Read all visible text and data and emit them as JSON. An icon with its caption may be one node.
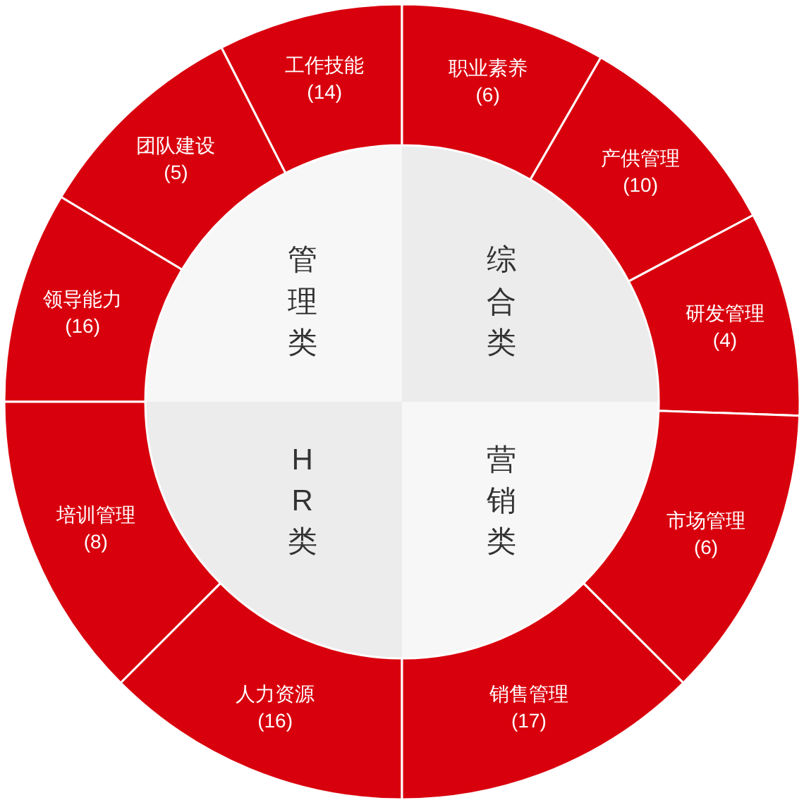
{
  "diagram": {
    "nodes": [
      {
        "text": [
          "管理类"
        ]
      },
      {
        "text": [
          "综合类"
        ]
      },
      {
        "text": [
          "HR类"
        ]
      },
      {
        "text": [
          "营销类"
        ]
      },
      {
        "text": [
          "工作技能",
          "(14)"
        ]
      },
      {
        "text": [
          "职业素养",
          "(6)"
        ]
      },
      {
        "text": [
          "团队建设",
          "(5)"
        ]
      },
      {
        "text": [
          "产供管理",
          "(10)"
        ]
      },
      {
        "text": [
          "领导能力",
          "(16)"
        ]
      },
      {
        "text": [
          "研发管理",
          "(4)"
        ]
      },
      {
        "text": [
          "培训管理",
          "(8)"
        ]
      },
      {
        "text": [
          "市场管理",
          "(6)"
        ]
      },
      {
        "text": [
          "人力资源",
          "(16)"
        ]
      },
      {
        "text": [
          "销售管理",
          "(17)"
        ]
      }
    ],
    "edges": []
  }
}
